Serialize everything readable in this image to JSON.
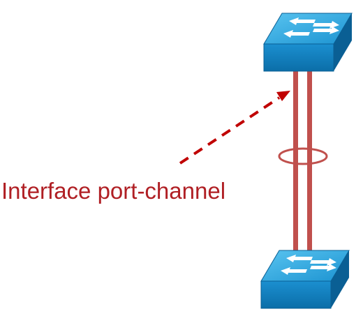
{
  "diagram": {
    "label_text": "Interface port-channel",
    "colors": {
      "link": "#c0504d",
      "link_dark": "#a33a36",
      "label": "#b01f24",
      "arrow": "#c00000",
      "switch_top": "#2aa7e0",
      "switch_front": "#0e7fc0",
      "switch_side": "#0a5f94",
      "switch_arrows": "#ffffff"
    },
    "nodes": [
      {
        "name": "top-switch",
        "icon": "network-switch-icon"
      },
      {
        "name": "bottom-switch",
        "icon": "network-switch-icon"
      }
    ],
    "links": {
      "count": 2,
      "bundle": "port-channel-ellipse"
    }
  }
}
